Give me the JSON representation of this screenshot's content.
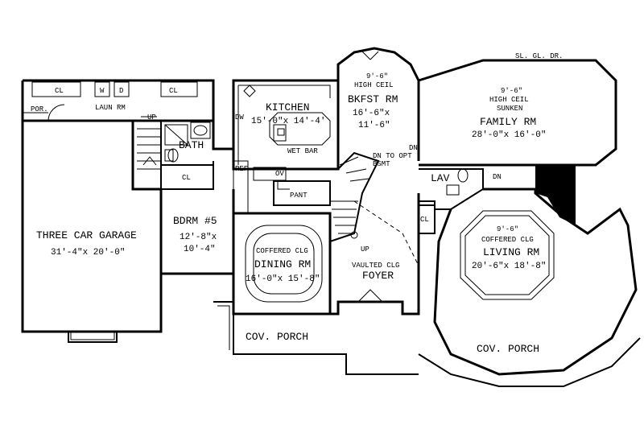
{
  "labels": {
    "sl_gl_dr": "SL. GL. DR.",
    "cl1": "CL",
    "w": "W",
    "dr": "D",
    "cl2": "CL",
    "laun_rm": "LAUN RM",
    "por": "POR.",
    "up_laundry": "UP",
    "bath": "BATH",
    "cl3": "CL",
    "kitchen": "KITCHEN",
    "kitchen_dim": "15'-0\"x 14'-4'",
    "dw": "DW",
    "wet_bar": "WET BAR",
    "ref": "REF",
    "ov": "OV",
    "pant": "PANT",
    "bkfst_ceil_1": "9'-6\"",
    "bkfst_ceil_2": "HIGH CEIL",
    "bkfst_rm": "BKFST RM",
    "bkfst_dim_1": "16'-6\"x",
    "bkfst_dim_2": "11'-6\"",
    "dn_bsmt_1": "DN TO OPT",
    "dn_bsmt_2": "BSMT",
    "dn_1": "DN",
    "family_ceil_1": "9'-6\"",
    "family_ceil_2": "HIGH CEIL",
    "family_ceil_3": "SUNKEN",
    "family_rm": "FAMILY RM",
    "family_dim": "28'-0\"x 16'-0\"",
    "lav": "LAV",
    "dn_2": "DN",
    "cl4": "CL",
    "garage": "THREE CAR GARAGE",
    "garage_dim": "31'-4\"x 20'-0\"",
    "bdrm": "BDRM #5",
    "bdrm_dim_1": "12'-8\"x",
    "bdrm_dim_2": "10'-4\"",
    "dining_clg": "COFFERED CLG",
    "dining_rm": "DINING RM",
    "dining_dim": "16'-0\"x 15'-8\"",
    "up_stair": "UP",
    "foyer_clg": "VAULTED CLG",
    "foyer": "FOYER",
    "living_ceil": "9'-6\"",
    "living_clg": "COFFERED CLG",
    "living_rm": "LIVING RM",
    "living_dim": "20'-6\"x 18'-8\"",
    "cov_porch_left": "COV. PORCH",
    "cov_porch_right": "COV. PORCH"
  }
}
